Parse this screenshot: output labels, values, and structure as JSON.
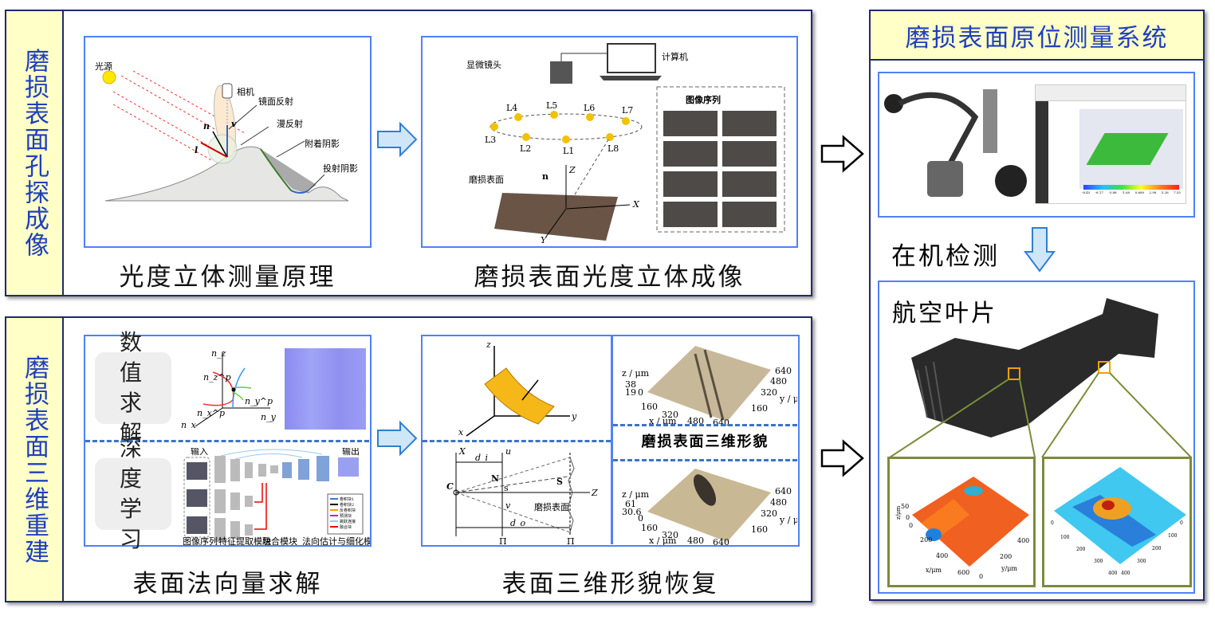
{
  "sections": {
    "imaging": {
      "label": "磨损表面孔探成像",
      "principle": {
        "caption": "光度立体测量原理",
        "labels": {
          "light": "光源",
          "camera": "相机",
          "specular": "镜面反射",
          "diffuse": "漫反射",
          "attached_shadow": "附着阴影",
          "cast_shadow": "投射阴影",
          "n": "n",
          "v": "v",
          "l": "l"
        }
      },
      "imaging": {
        "caption": "磨损表面光度立体成像",
        "labels": {
          "lens": "显微镜头",
          "computer": "计算机",
          "sequence": "图像序列",
          "surface": "磨损表面",
          "lights": [
            "L1",
            "L2",
            "L3",
            "L4",
            "L5",
            "L6",
            "L7",
            "L8"
          ],
          "axes": [
            "X",
            "Y",
            "Z",
            "n"
          ]
        }
      }
    },
    "reconstruction": {
      "label": "磨损表面三维重建",
      "normal": {
        "caption": "表面法向量求解",
        "numeric": "数值求解",
        "deep": "深度学习",
        "axes": {
          "nz": "n_z",
          "ny": "n_y",
          "nx": "n_x",
          "nzp": "n_z^p",
          "nyp": "n_y^p",
          "nxp": "n_x^p"
        },
        "net": {
          "input": "输入",
          "output": "输出",
          "sequence": "图像序列",
          "modules": [
            "特征提取模块",
            "融合模块",
            "法向估计与细化模块"
          ],
          "legend": [
            "卷积块1",
            "卷积块2",
            "反卷积块",
            "预测块",
            "跳跃连接",
            "融合块"
          ]
        }
      },
      "recovery": {
        "caption": "表面三维形貌恢复",
        "morph_title": "磨损表面三维形貌",
        "surface_label": "磨损表面",
        "plot1": {
          "zlabel": "z / μm",
          "zticks": [
            "38",
            "19",
            "0"
          ],
          "xlabel": "x / μm",
          "xticks": [
            "160",
            "320",
            "480",
            "640"
          ],
          "ylabel": "y / μm",
          "yticks": [
            "160",
            "320",
            "480",
            "640"
          ]
        },
        "plot2": {
          "zlabel": "z / μm",
          "zticks": [
            "61",
            "30.6",
            "0"
          ],
          "xlabel": "x / μm",
          "xticks": [
            "160",
            "320",
            "480",
            "640"
          ],
          "ylabel": "y / μm",
          "yticks": [
            "160",
            "320",
            "480",
            "640"
          ]
        },
        "geom": {
          "C": "C",
          "Z": "Z",
          "X": "X",
          "u": "u",
          "v": "v",
          "di": "d_i",
          "do": "d_o",
          "N": "N",
          "s": "s",
          "S": "S",
          "pi": "Π"
        }
      }
    },
    "system": {
      "title": "磨损表面原位测量系统",
      "onmachine": "在机检测",
      "blade": "航空叶片",
      "plot_left": {
        "zlabel": "z/μm",
        "zticks": [
          "50",
          "0"
        ],
        "xlabel": "x/μm",
        "xticks": [
          "0",
          "200",
          "400",
          "600"
        ],
        "ylabel": "y/μm",
        "yticks": [
          "0",
          "200",
          "400"
        ]
      },
      "plot_right": {
        "xticks": [
          "0",
          "100",
          "200",
          "300",
          "400"
        ],
        "yticks": [
          "0",
          "100",
          "200",
          "300",
          "400"
        ]
      },
      "colorbar": [
        "-8.45",
        "-6.17",
        "-3.88",
        "-1.60",
        "0.689",
        "2.98",
        "5.26",
        "7.55"
      ]
    }
  },
  "colors": {
    "frame": "#1f2a6b",
    "box": "#4f81f7",
    "side_bg": "#ffffc8",
    "side_text": "#1f3fbf",
    "zoom_box": "#7a8c3a",
    "zoom_marker": "#f0a000"
  }
}
